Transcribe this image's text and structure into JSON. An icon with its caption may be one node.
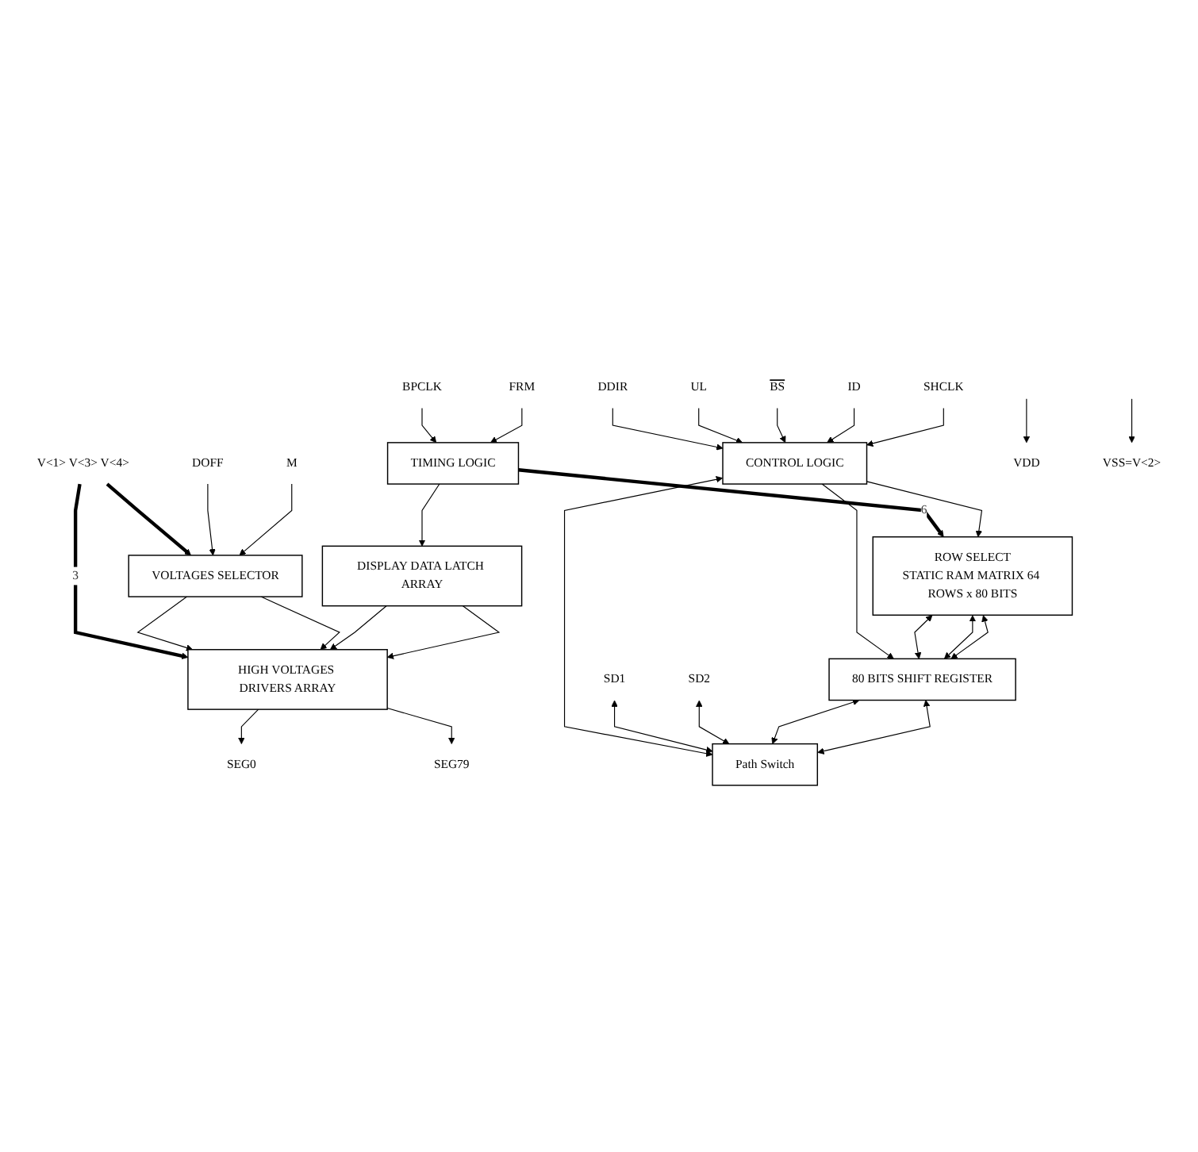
{
  "diagram": {
    "nodes": [
      {
        "text": [
          "SEG0"
        ]
      },
      {
        "text": [
          "SEG79"
        ]
      },
      {
        "text": [
          "V<1> V<3> V<4>"
        ]
      },
      {
        "text": [
          "HIGH VOLTAGES DRIVERS ARRAY"
        ]
      },
      {
        "text": [
          "VOLTAGES SELECTOR"
        ]
      },
      {
        "text": [
          "TIMING LOGIC"
        ]
      },
      {
        "text": [
          "CONTROL LOGIC"
        ]
      },
      {
        "text": [
          "DISPLAY DATA LATCH ARRAY"
        ]
      },
      {
        "text": [
          "ROW SELECT",
          "STATIC RAM MATRIX 64 ROWS x 80 BITS"
        ]
      },
      {
        "text": [
          "DOFF"
        ]
      },
      {
        "text": [
          "M"
        ]
      },
      {
        "text": [
          "BPCLK"
        ]
      },
      {
        "text": [
          "FRM"
        ]
      },
      {
        "text": [
          "DDIR"
        ]
      },
      {
        "text": [
          "UL"
        ]
      },
      {
        "text": [
          "BS"
        ]
      },
      {
        "text": [
          "ID"
        ]
      },
      {
        "text": [
          "SHCLK"
        ]
      },
      {
        "text": [
          "80 BITS SHIFT REGISTER"
        ]
      },
      {
        "text": [
          "Path Switch"
        ]
      },
      {
        "text": [
          "SD1"
        ]
      },
      {
        "text": [
          "SD2"
        ]
      },
      {
        "text": [
          "VDD"
        ]
      },
      {
        "text": [
          "VSS=V<2>"
        ]
      }
    ],
    "edges": [
      {
        "from": 3,
        "to": 0,
        "arrow": "to"
      },
      {
        "from": 3,
        "to": 1,
        "arrow": "to"
      },
      {
        "from": 2,
        "to": 3,
        "arrow": "to",
        "label": "3",
        "style": "thick"
      },
      {
        "from": 2,
        "to": 4,
        "arrow": "to",
        "style": "thick"
      },
      {
        "from": 4,
        "to": 3,
        "arrow": "to"
      },
      {
        "from": 4,
        "to": 3,
        "arrow": "to"
      },
      {
        "from": 7,
        "to": 3,
        "arrow": "to"
      },
      {
        "from": 7,
        "to": 3,
        "arrow": "to"
      },
      {
        "from": 9,
        "to": 4,
        "arrow": "to"
      },
      {
        "from": 10,
        "to": 4,
        "arrow": "to"
      },
      {
        "from": 11,
        "to": 5,
        "arrow": "to"
      },
      {
        "from": 12,
        "to": 5,
        "arrow": "to"
      },
      {
        "from": 5,
        "to": 7,
        "arrow": "to"
      },
      {
        "from": 5,
        "to": 8,
        "arrow": "to",
        "label": "6",
        "style": "thick"
      },
      {
        "from": 13,
        "to": 6,
        "arrow": "to"
      },
      {
        "from": 14,
        "to": 6,
        "arrow": "to"
      },
      {
        "from": 15,
        "to": 6,
        "arrow": "to"
      },
      {
        "from": 16,
        "to": 6,
        "arrow": "to"
      },
      {
        "from": 17,
        "to": 6,
        "arrow": "to"
      },
      {
        "from": 6,
        "to": 8,
        "arrow": "to"
      },
      {
        "from": 6,
        "to": 18,
        "arrow": "to"
      },
      {
        "from": 6,
        "to": 19,
        "arrow": "both"
      },
      {
        "from": 8,
        "to": 18,
        "arrow": "both"
      },
      {
        "from": 8,
        "to": 18,
        "arrow": "both"
      },
      {
        "from": 8,
        "to": 18,
        "arrow": "both"
      },
      {
        "from": 20,
        "to": 19,
        "arrow": "both"
      },
      {
        "from": 21,
        "to": 19,
        "arrow": "both"
      },
      {
        "from": 19,
        "to": 18,
        "arrow": "both"
      },
      {
        "from": 18,
        "to": 19,
        "arrow": "both"
      },
      {
        "from": null,
        "to": 22,
        "arrow": "to"
      },
      {
        "from": null,
        "to": 23,
        "arrow": "to"
      }
    ]
  }
}
